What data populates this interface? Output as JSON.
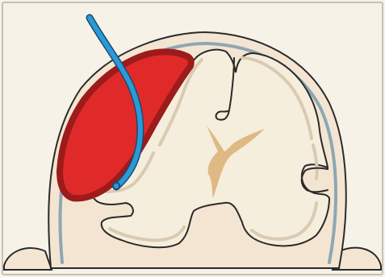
{
  "figure": {
    "labels": [],
    "colors": {
      "frame_bg": "#f7f2e7",
      "frame_border": "#c7c1b4",
      "skin": "#f4e5d2",
      "skull_outline": "#2a2a2a",
      "dura_line": "#8da7b4",
      "brain": "#f6eedc",
      "brain_gyri_shadow": "#d9cbb3",
      "ventricle": "#dfb985",
      "hematoma": "#e02a2a",
      "hematoma_rim": "#9d1b1b",
      "catheter": "#2a9bd6",
      "catheter_outline": "#1d4a73"
    },
    "elements": [
      "skull",
      "dura-line",
      "brain",
      "ventricle",
      "subdural-hematoma",
      "drain-catheter",
      "left-ear",
      "right-ear"
    ]
  }
}
